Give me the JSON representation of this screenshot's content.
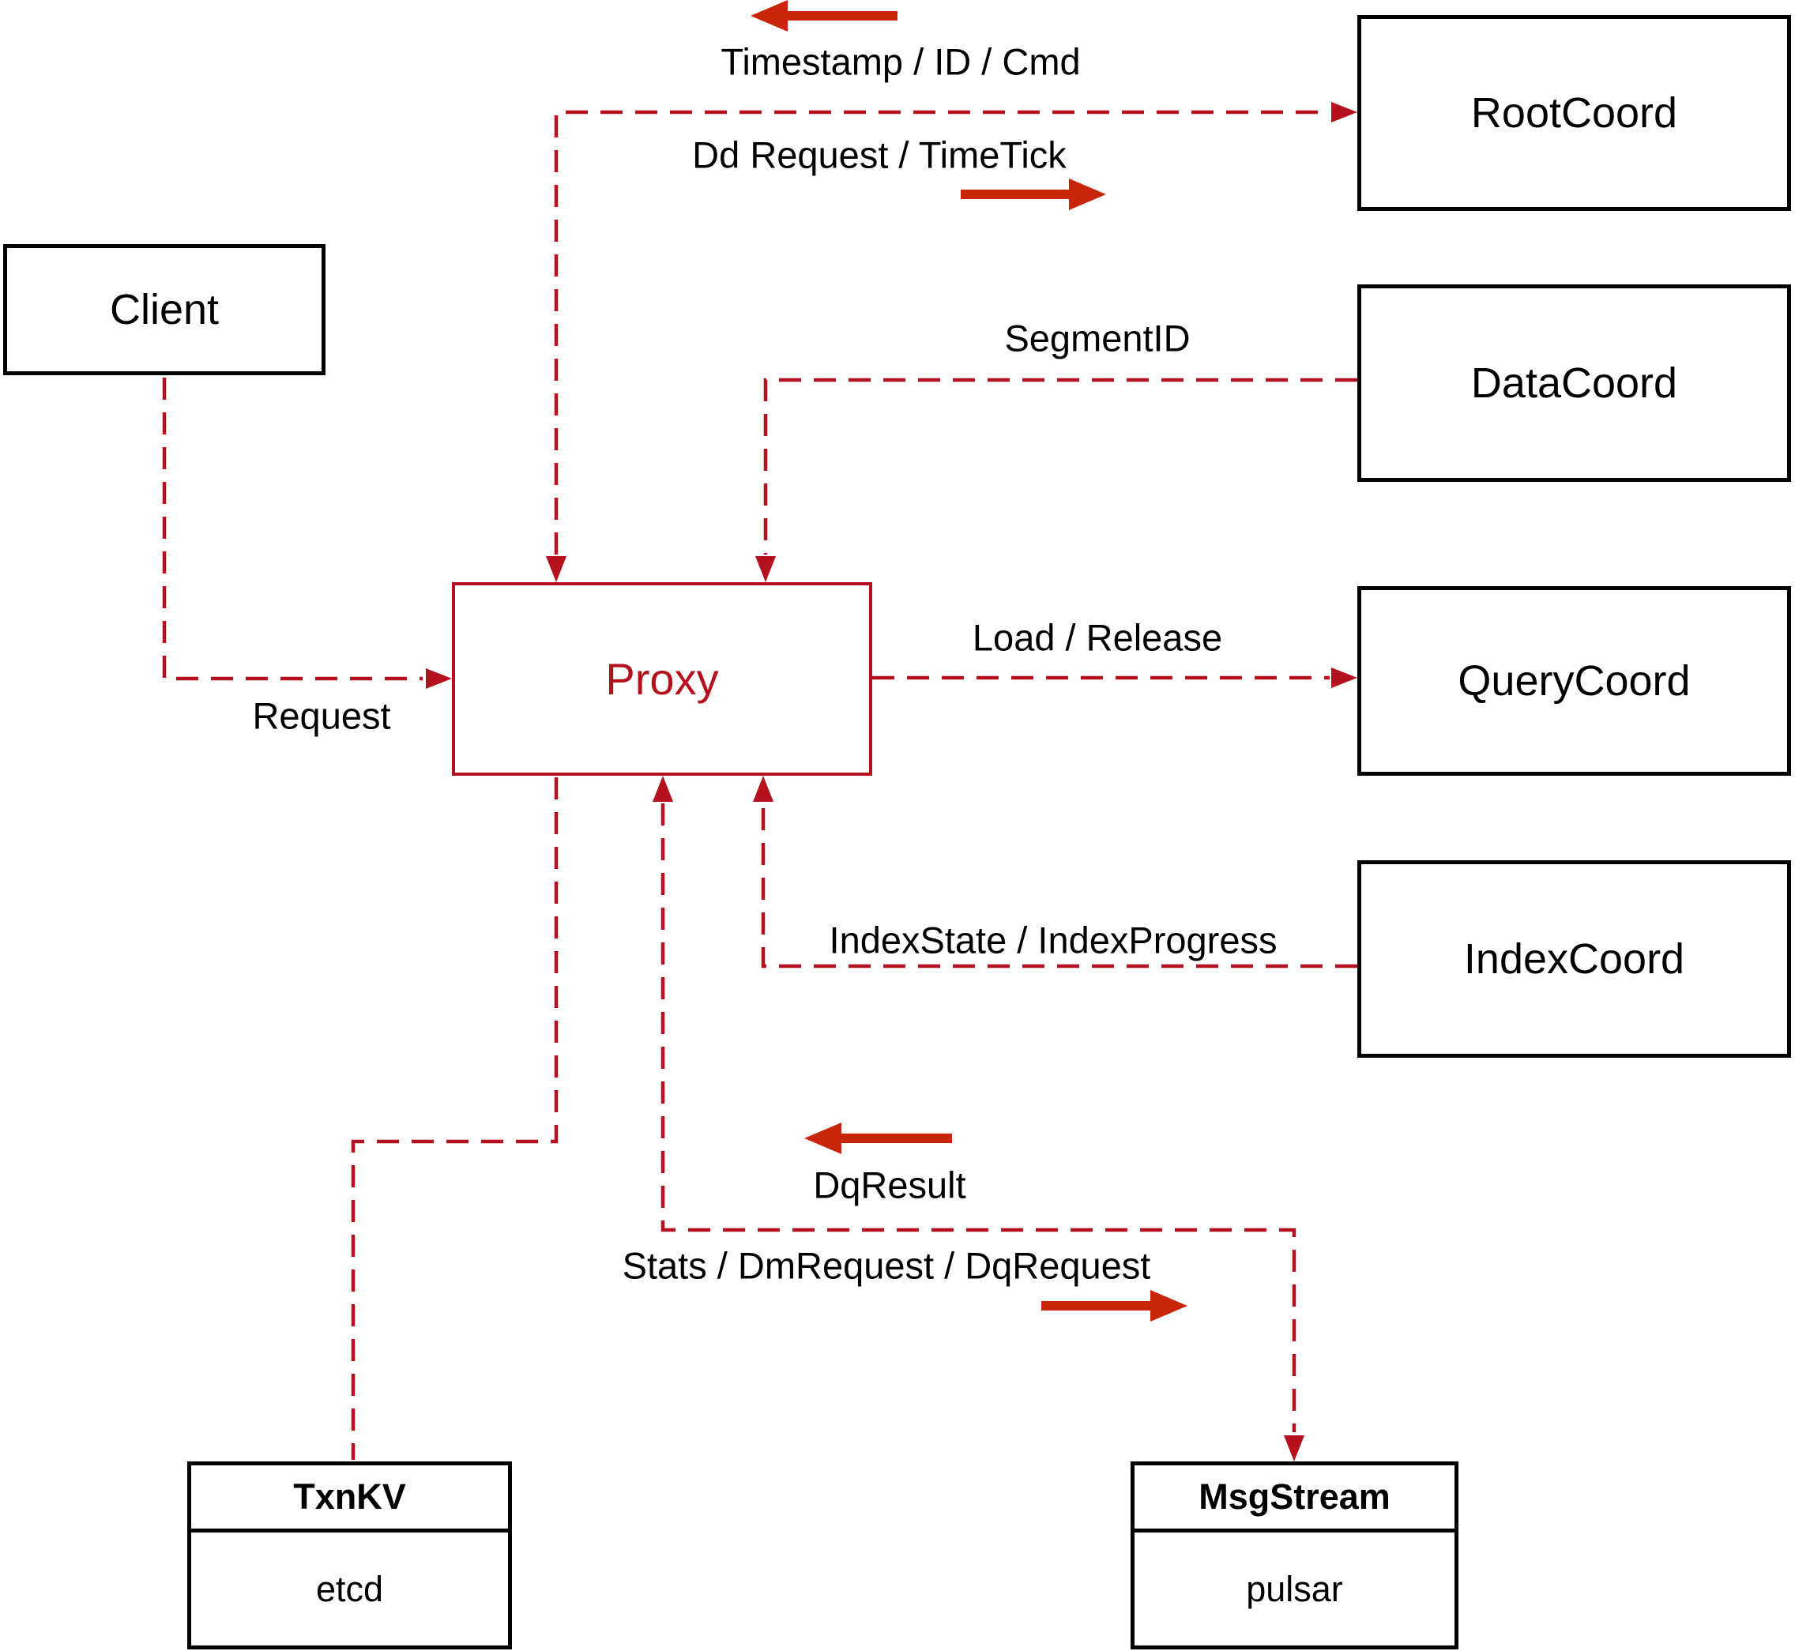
{
  "diagram": {
    "title_hint": "Proxy interaction diagram",
    "colors": {
      "connector": "#b5101e",
      "flow_arrow": "#c8260b",
      "node_border": "#000000",
      "background": "#ffffff",
      "text": "#000000"
    },
    "nodes": {
      "client": {
        "label": "Client"
      },
      "proxy": {
        "label": "Proxy"
      },
      "root_coord": {
        "label": "RootCoord"
      },
      "data_coord": {
        "label": "DataCoord"
      },
      "query_coord": {
        "label": "QueryCoord"
      },
      "index_coord": {
        "label": "IndexCoord"
      },
      "txn_kv": {
        "title": "TxnKV",
        "subtitle": "etcd"
      },
      "msg_stream": {
        "title": "MsgStream",
        "subtitle": "pulsar"
      }
    },
    "edge_labels": {
      "timestamp_id_cmd": "Timestamp / ID / Cmd",
      "dd_request_timetick": "Dd Request / TimeTick",
      "segment_id": "SegmentID",
      "request": "Request",
      "load_release": "Load / Release",
      "index_state_progress": "IndexState / IndexProgress",
      "dq_result": "DqResult",
      "stats_dm_dq_request": "Stats / DmRequest / DqRequest"
    },
    "edges": [
      {
        "from": "client",
        "to": "proxy",
        "labels": [
          "Request"
        ],
        "style": "dashed",
        "arrow": "to"
      },
      {
        "from": "proxy",
        "to": "root_coord",
        "labels": [
          "Timestamp / ID / Cmd",
          "Dd Request / TimeTick"
        ],
        "style": "dashed",
        "arrow": "both"
      },
      {
        "from": "data_coord",
        "to": "proxy",
        "labels": [
          "SegmentID"
        ],
        "style": "dashed",
        "arrow": "to"
      },
      {
        "from": "proxy",
        "to": "query_coord",
        "labels": [
          "Load / Release"
        ],
        "style": "dashed",
        "arrow": "to"
      },
      {
        "from": "index_coord",
        "to": "proxy",
        "labels": [
          "IndexState / IndexProgress"
        ],
        "style": "dashed",
        "arrow": "to"
      },
      {
        "from": "proxy",
        "to": "msg_stream",
        "labels": [
          "DqResult",
          "Stats / DmRequest / DqRequest"
        ],
        "style": "dashed",
        "arrow": "both"
      },
      {
        "from": "proxy",
        "to": "txn_kv",
        "labels": [],
        "style": "dashed",
        "arrow": "none"
      }
    ]
  }
}
